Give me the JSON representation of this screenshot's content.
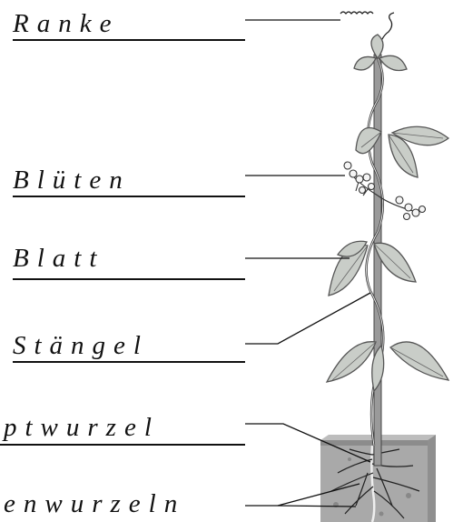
{
  "labels": {
    "ranke": "Ranke",
    "blueten": "Blüten",
    "blatt": "Blatt",
    "staengel": "Stängel",
    "hauptwurzel": "ptwurzel",
    "seitenwurzeln": "enwurzeln"
  },
  "colors": {
    "leaf": "#c9cdc8",
    "leaf_edge": "#555555",
    "stick": "#9a9a9a",
    "soil": "#a9a9a9"
  }
}
